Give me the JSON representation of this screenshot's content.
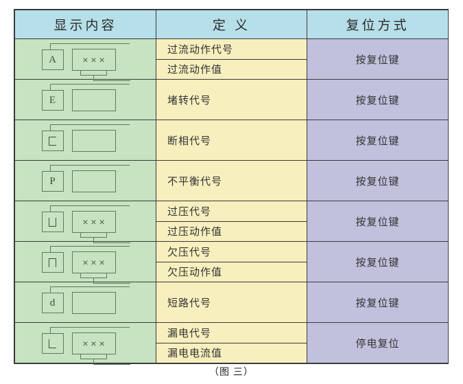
{
  "figure": {
    "caption": "（图 三）"
  },
  "table": {
    "headers": [
      {
        "key": "display",
        "label": "显示内容"
      },
      {
        "key": "definition",
        "label": "定 义"
      },
      {
        "key": "reset",
        "label": "复位方式"
      }
    ],
    "rows": [
      {
        "display": {
          "letter": "A",
          "letter_kind": "text",
          "value_box": "× × ×",
          "has_value": true
        },
        "definitions": [
          "过流动作代号",
          "过流动作值"
        ],
        "reset": "按复位键"
      },
      {
        "display": {
          "letter": "E",
          "letter_kind": "text",
          "value_box": "",
          "has_value": false
        },
        "definitions": [
          "堵转代号"
        ],
        "reset": "按复位键"
      },
      {
        "display": {
          "letter": "C",
          "letter_kind": "c-open-right",
          "value_box": "",
          "has_value": false
        },
        "definitions": [
          "断相代号"
        ],
        "reset": "按复位键"
      },
      {
        "display": {
          "letter": "P",
          "letter_kind": "text",
          "value_box": "",
          "has_value": false
        },
        "definitions": [
          "不平衡代号"
        ],
        "reset": "按复位键"
      },
      {
        "display": {
          "letter": "⊔",
          "letter_kind": "u-open-top",
          "value_box": "× × ×",
          "has_value": true
        },
        "definitions": [
          "过压代号",
          "过压动作值"
        ],
        "reset": "按复位键"
      },
      {
        "display": {
          "letter": "⊓",
          "letter_kind": "n-open-bot",
          "value_box": "× × ×",
          "has_value": true
        },
        "definitions": [
          "欠压代号",
          "欠压动作值"
        ],
        "reset": "按复位键"
      },
      {
        "display": {
          "letter": "d",
          "letter_kind": "text",
          "value_box": "",
          "has_value": false
        },
        "definitions": [
          "短路代号"
        ],
        "reset": "按复位键"
      },
      {
        "display": {
          "letter": "L",
          "letter_kind": "l-open-rt",
          "value_box": "× × ×",
          "has_value": true
        },
        "definitions": [
          "漏电代号",
          "漏电电流值"
        ],
        "reset": "停电复位"
      }
    ]
  },
  "colors": {
    "header_bg": "#b6dfe9",
    "display_bg": "#c7e3c1",
    "definition_bg": "#f7efbe",
    "reset_bg": "#c1c1de",
    "border": "#3a3a3a",
    "glyph_stroke": "#5f7a5b",
    "text": "#333333"
  }
}
